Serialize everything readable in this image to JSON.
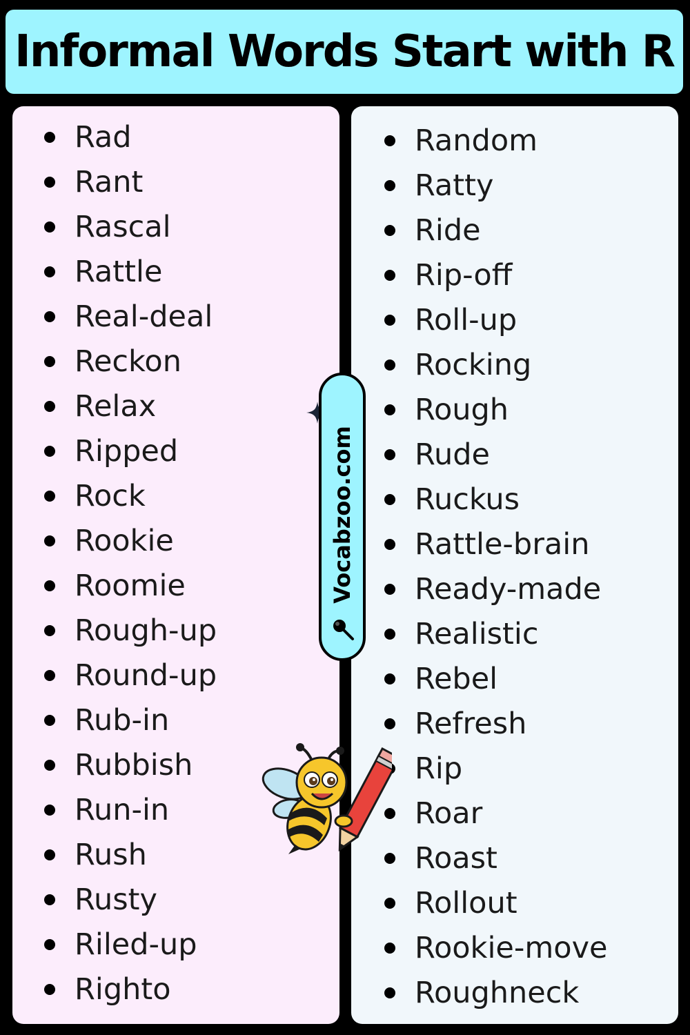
{
  "header": {
    "title": "Informal Words Start with R"
  },
  "left_column": {
    "words": [
      "Rad",
      "Rant",
      "Rascal",
      "Rattle",
      "Real-deal",
      "Reckon",
      "Relax",
      "Ripped",
      "Rock",
      "Rookie",
      "Roomie",
      "Rough-up",
      "Round-up",
      "Rub-in",
      "Rubbish",
      "Run-in",
      "Rush",
      "Rusty",
      "Riled-up",
      "Righto"
    ]
  },
  "right_column": {
    "words": [
      "Random",
      "Ratty",
      "Ride",
      "Rip-off",
      "Roll-up",
      "Rocking",
      "Rough",
      "Rude",
      "Ruckus",
      "Rattle-brain",
      "Ready-made",
      "Realistic",
      "Rebel",
      "Refresh",
      "Rip",
      "Roar",
      "Roast",
      "Rollout",
      "Rookie-move",
      "Roughneck"
    ]
  },
  "watermark": {
    "text": "Vocabzoo.com",
    "icon": "magnifier-icon"
  },
  "decorations": {
    "sparkle_icon": "sparkle-icon",
    "mascot": "bee-with-pencil"
  },
  "colors": {
    "title_background": "#9ef4ff",
    "left_panel": "#fcedfc",
    "right_panel": "#f1f7fb",
    "page_background": "#000000"
  }
}
